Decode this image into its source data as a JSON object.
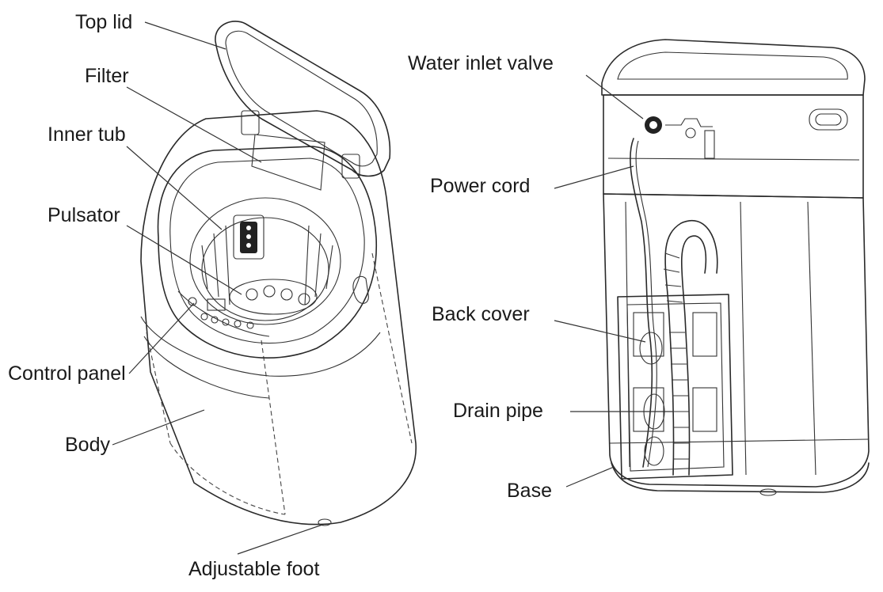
{
  "labels": {
    "top_lid": "Top lid",
    "filter": "Filter",
    "inner_tub": "Inner tub",
    "pulsator": "Pulsator",
    "control_panel": "Control panel",
    "body": "Body",
    "adjustable_foot": "Adjustable foot",
    "water_inlet_valve": "Water inlet valve",
    "power_cord": "Power cord",
    "back_cover": "Back cover",
    "drain_pipe": "Drain pipe",
    "base": "Base"
  }
}
